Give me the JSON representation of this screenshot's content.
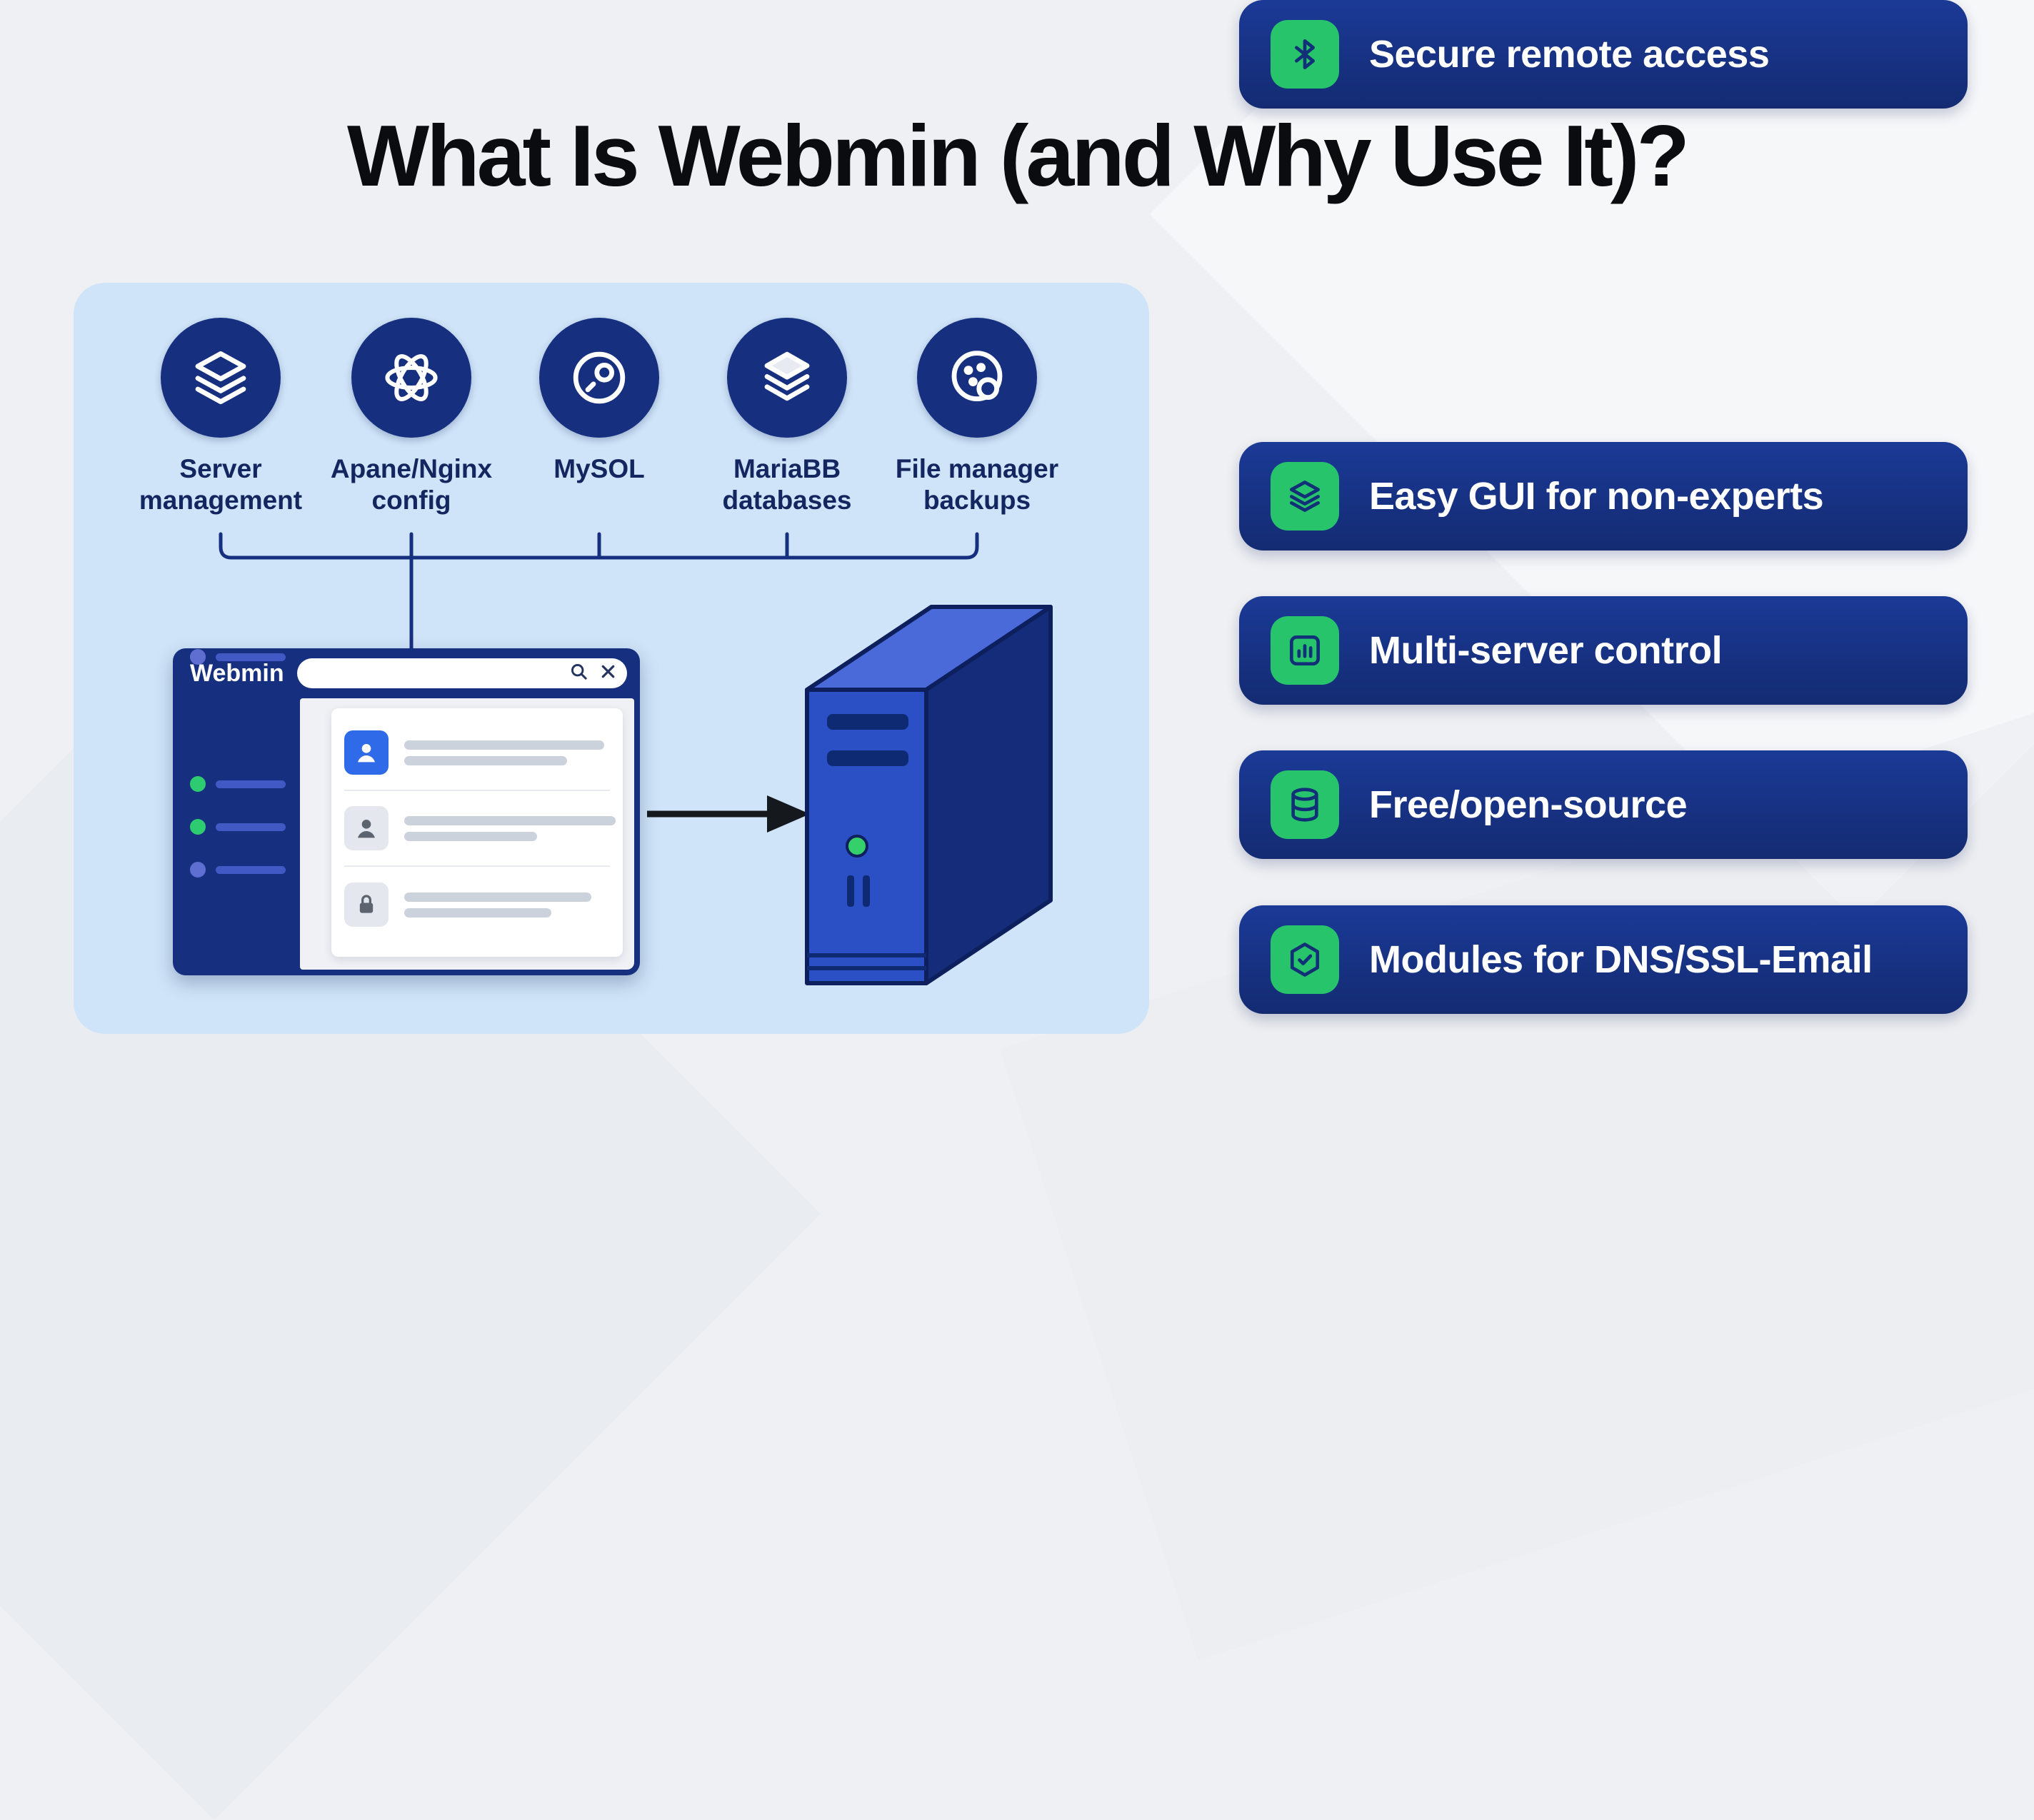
{
  "title": "What Is Webmin (and Why Use It)?",
  "colors": {
    "navy": "#16307f",
    "panel": "#cfe4f8",
    "green": "#27c46c",
    "title": "#0b0c10"
  },
  "modules": [
    {
      "label": "Server\nmanagement",
      "icon": "layers-icon"
    },
    {
      "label": "Apane/Nginx\nconfig",
      "icon": "knot-icon"
    },
    {
      "label": "MySOL",
      "icon": "gauge-circle-icon"
    },
    {
      "label": "MariaBB\ndatabases",
      "icon": "stacked-db-icon"
    },
    {
      "label": "File manager\nbackups",
      "icon": "cluster-dots-icon"
    }
  ],
  "browser": {
    "title": "Webmin"
  },
  "features": [
    {
      "label": "Easy GUI for non-experts",
      "icon": "layers-icon"
    },
    {
      "label": "Multi-server control",
      "icon": "bar-chart-icon"
    },
    {
      "label": "Free/open-source",
      "icon": "database-icon"
    },
    {
      "label": "Modules for DNS/SSL-Email",
      "icon": "shield-check-icon"
    },
    {
      "label": "Secure remote access",
      "icon": "bluetooth-icon"
    }
  ]
}
